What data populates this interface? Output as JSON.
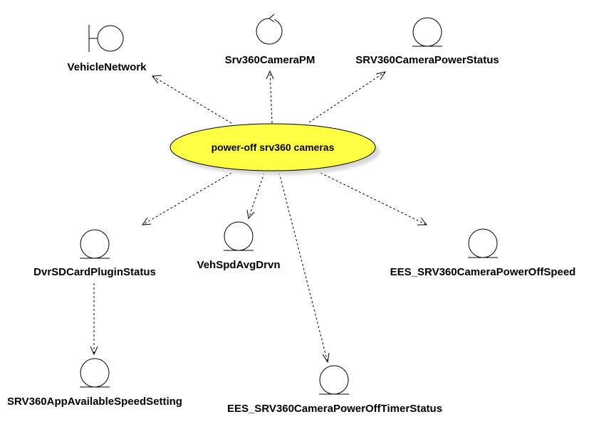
{
  "usecase": {
    "label": "power-off srv360 cameras",
    "fill": "#ffff44",
    "shadow": "#d8d8d8"
  },
  "nodes": {
    "vehicle_network": {
      "label": "VehicleNetwork",
      "kind": "boundary"
    },
    "srv360_camera_pm": {
      "label": "Srv360CameraPM",
      "kind": "control"
    },
    "srv360_camera_power_status": {
      "label": "SRV360CameraPowerStatus",
      "kind": "entity"
    },
    "dvr_sd_card_plugin_status": {
      "label": "DvrSDCardPluginStatus",
      "kind": "entity"
    },
    "veh_spd_avg_drvn": {
      "label": "VehSpdAvgDrvn",
      "kind": "entity"
    },
    "ees_power_off_speed": {
      "label": "EES_SRV360CameraPowerOffSpeed",
      "kind": "entity"
    },
    "srv360_app_available_speed_setting": {
      "label": "SRV360AppAvailableSpeedSetting",
      "kind": "entity"
    },
    "ees_power_off_timer_status": {
      "label": "EES_SRV360CameraPowerOffTimerStatus",
      "kind": "entity"
    }
  },
  "edges": [
    {
      "from": "usecase",
      "to": "vehicle_network",
      "style": "dashed"
    },
    {
      "from": "usecase",
      "to": "srv360_camera_pm",
      "style": "dashed"
    },
    {
      "from": "usecase",
      "to": "srv360_camera_power_status",
      "style": "dashed"
    },
    {
      "from": "usecase",
      "to": "dvr_sd_card_plugin_status",
      "style": "dashed"
    },
    {
      "from": "usecase",
      "to": "veh_spd_avg_drvn",
      "style": "dashed"
    },
    {
      "from": "usecase",
      "to": "ees_power_off_speed",
      "style": "dashed"
    },
    {
      "from": "usecase",
      "to": "ees_power_off_timer_status",
      "style": "dashed"
    },
    {
      "from": "dvr_sd_card_plugin_status",
      "to": "srv360_app_available_speed_setting",
      "style": "dashed"
    }
  ]
}
